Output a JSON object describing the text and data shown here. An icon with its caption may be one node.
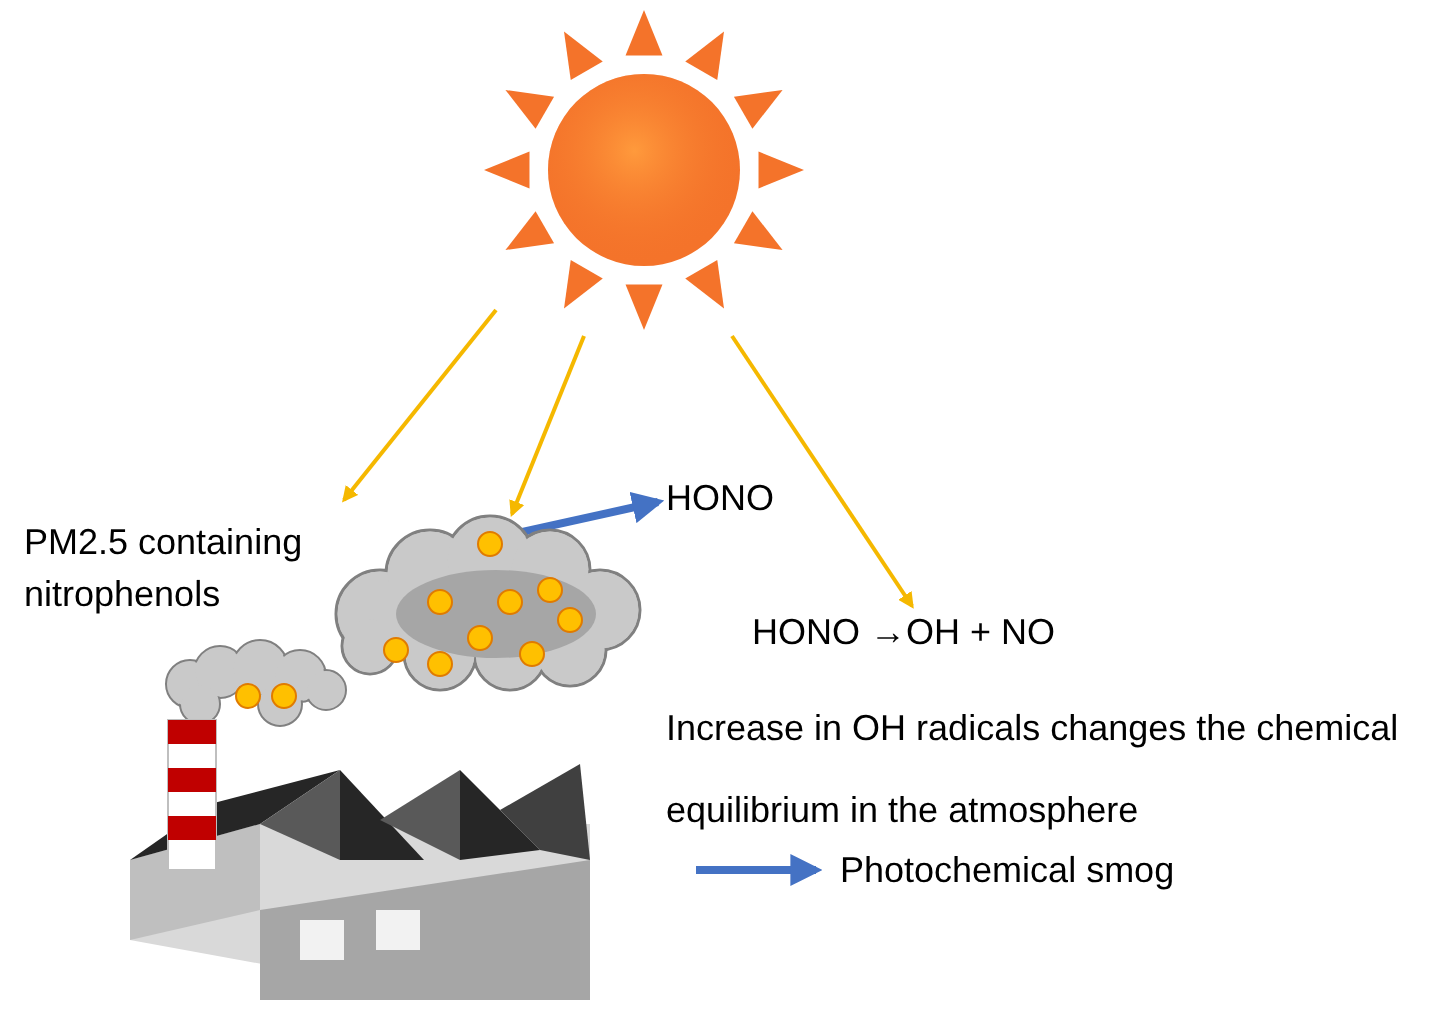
{
  "diagram": {
    "nodes": [
      {
        "text": [],
        "shape": "picture"
      },
      {
        "text": [
          "PM2.5 containing nitrophenols"
        ]
      },
      {
        "text": [],
        "shape": "picture"
      },
      {
        "text": [
          "HONO"
        ]
      },
      {
        "text": [
          "HONO →OH + NO"
        ]
      },
      {
        "text": [
          "Photochemical smog"
        ]
      }
    ],
    "edges": [
      {
        "from": 0,
        "to": 1,
        "arrow": "to"
      },
      {
        "from": 0,
        "to": 2,
        "arrow": "to"
      },
      {
        "from": 0,
        "to": 4,
        "arrow": "to"
      },
      {
        "from": 2,
        "to": 3,
        "arrow": "to",
        "style": "thick",
        "color": "#4472c4"
      },
      {
        "from": null,
        "to": 5,
        "arrow": "to",
        "style": "thick",
        "color": "#4472c4"
      }
    ],
    "labels": [
      "Increase in OH radicals changes the chemical equilibrium in the atmosphere"
    ]
  }
}
